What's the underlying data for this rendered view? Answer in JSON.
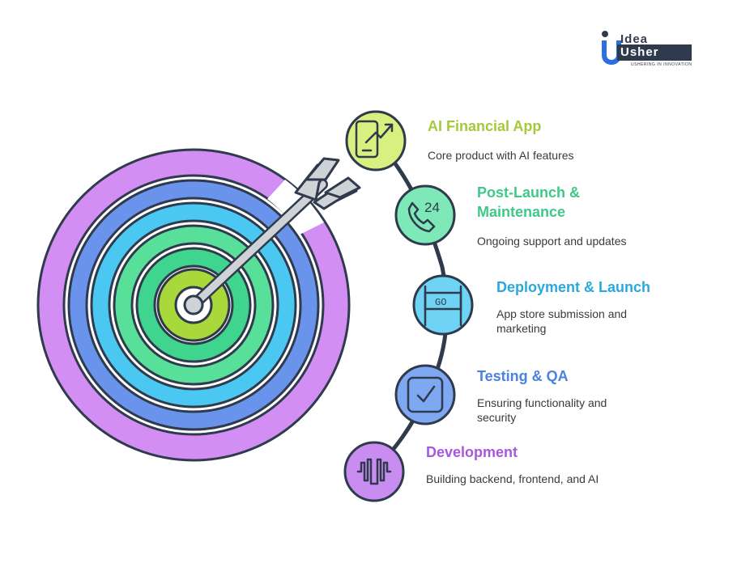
{
  "logo": {
    "word_top": "Idea",
    "word_bottom": "Usher",
    "tagline": "USHERING IN INNOVATION"
  },
  "steps": [
    {
      "title": "AI Financial App",
      "desc": "Core product with AI features",
      "icon": "mobile-growth-icon",
      "color": "#a5c93a",
      "fill": "#d8f080"
    },
    {
      "title": "Post-Launch & Maintenance",
      "desc": "Ongoing support and updates",
      "icon": "phone-24-icon",
      "color": "#3ec88a",
      "fill": "#7fe8b8"
    },
    {
      "title": "Deployment & Launch",
      "desc": "App store submission and marketing",
      "icon": "go-banner-icon",
      "color": "#2aa8dc",
      "fill": "#6ed3f5"
    },
    {
      "title": "Testing & QA",
      "desc": "Ensuring functionality and security",
      "icon": "checkbox-icon",
      "color": "#4a82e0",
      "fill": "#7fa8f2"
    },
    {
      "title": "Development",
      "desc": "Building backend, frontend, and AI",
      "icon": "waveform-icon",
      "color": "#a856e0",
      "fill": "#c98cf0"
    }
  ],
  "go_label": "GO",
  "icon_24_label": "24"
}
